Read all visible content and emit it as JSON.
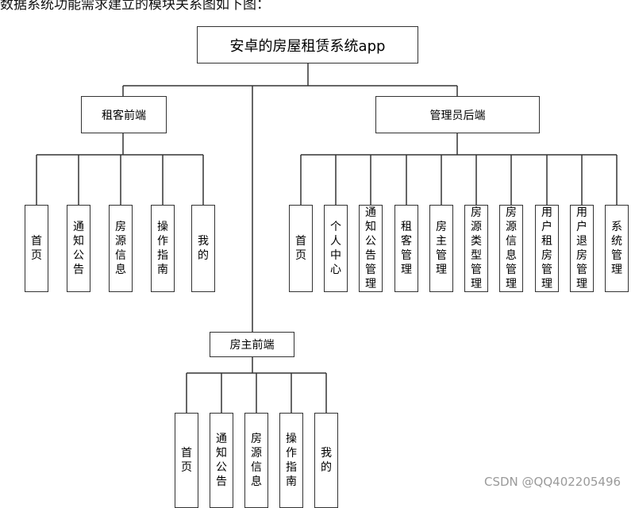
{
  "intro_text": "数据系统功能需求建立的模块关系图如下图：",
  "root": "安卓的房屋租赁系统app",
  "tenant": {
    "label": "租客前端",
    "children": [
      "首页",
      "通知公告",
      "房源信息",
      "操作指南",
      "我的"
    ]
  },
  "admin": {
    "label": "管理员后端",
    "children": [
      "首页",
      "个人中心",
      "通知公告管理",
      "租客管理",
      "房主管理",
      "房源类型管理",
      "房源信息管理",
      "用户租房管理",
      "用户退房管理",
      "系统管理"
    ]
  },
  "landlord": {
    "label": "房主前端",
    "children": [
      "首页",
      "通知公告",
      "房源信息",
      "操作指南",
      "我的"
    ]
  },
  "watermark": "CSDN @QQ402205496"
}
